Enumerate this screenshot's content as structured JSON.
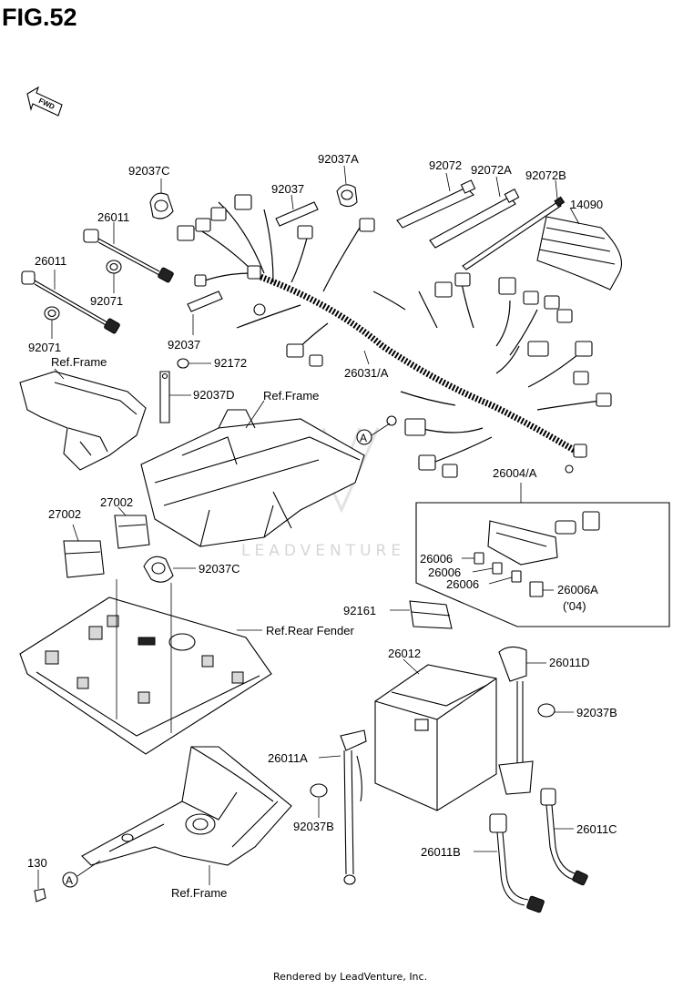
{
  "figure": {
    "title": "FIG.52"
  },
  "direction": {
    "label": "FWD"
  },
  "parts": {
    "p92037C_top": "92037C",
    "p26011_a": "26011",
    "p26011_b": "26011",
    "p92071_a": "92071",
    "p92071_b": "92071",
    "p92037": "92037",
    "p92037A": "92037A",
    "p92072": "92072",
    "p92072A": "92072A",
    "p92072B": "92072B",
    "p14090": "14090",
    "p92037_low": "92037",
    "p92172": "92172",
    "p92037D": "92037D",
    "p26031A": "26031/A",
    "p26004A": "26004/A",
    "p27002_a": "27002",
    "p27002_b": "27002",
    "p92037C_mid": "92037C",
    "p26006_a": "26006",
    "p26006_b": "26006",
    "p26006_c": "26006",
    "p26006A": "26006A",
    "p26006A_note": "('04)",
    "p92161": "92161",
    "p26012": "26012",
    "p26011D": "26011D",
    "p92037B_right": "92037B",
    "p26011A": "26011A",
    "p92037B_left": "92037B",
    "p26011B": "26011B",
    "p26011C": "26011C",
    "p130": "130"
  },
  "references": {
    "frame_top_left": "Ref.Frame",
    "frame_top_mid": "Ref.Frame",
    "rear_fender": "Ref.Rear Fender",
    "frame_bottom": "Ref.Frame"
  },
  "callouts": {
    "a1": "A",
    "a2": "A"
  },
  "watermark": {
    "text": "LEADVENTURE"
  },
  "footer": {
    "credit": "Rendered by LeadVenture, Inc."
  }
}
